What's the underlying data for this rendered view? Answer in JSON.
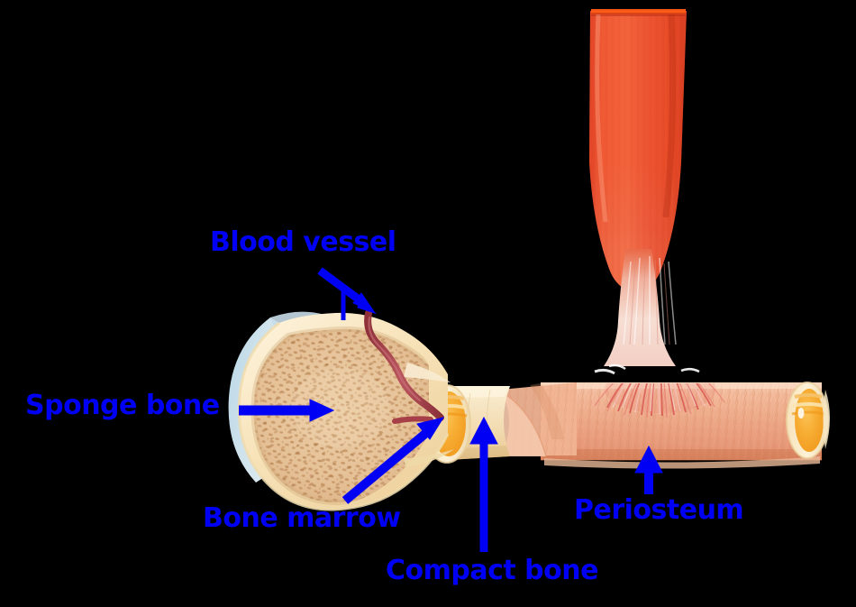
{
  "diagram": {
    "title": "Long bone structure with muscle attachment",
    "background_color": "#000000",
    "label_color": "#0000f4",
    "labels": [
      {
        "id": "blood-vessel",
        "text": "Blood vessel",
        "pointer": "diagonal-arrow-down-right"
      },
      {
        "id": "sponge-bone",
        "text": "Sponge bone",
        "pointer": "horizontal-arrow-right"
      },
      {
        "id": "bone-marrow",
        "text": "Bone marrow",
        "pointer": "diagonal-arrow-up-right"
      },
      {
        "id": "compact-bone",
        "text": "Compact bone",
        "pointer": "vertical-arrow-up"
      },
      {
        "id": "periosteum",
        "text": "Periosteum",
        "pointer": "vertical-arrow-up"
      }
    ],
    "structures": [
      {
        "id": "muscle",
        "name": "Skeletal muscle belly",
        "color": "#e8472a"
      },
      {
        "id": "tendon",
        "name": "Tendon",
        "color": "#f0c4bc"
      },
      {
        "id": "tendon-fibers",
        "name": "Tendon insertion fibers",
        "color": "#d9504e"
      },
      {
        "id": "periosteum",
        "name": "Periosteum surface",
        "color": "#eeaa88"
      },
      {
        "id": "compact-bone",
        "name": "Compact bone cortex",
        "color": "#f5e2bd"
      },
      {
        "id": "sponge-bone",
        "name": "Spongy (trabecular) bone",
        "color": "#e3bc8f"
      },
      {
        "id": "bone-marrow",
        "name": "Bone marrow cavity",
        "color": "#f5a623"
      },
      {
        "id": "articular-cartilage",
        "name": "Articular cartilage cap",
        "color": "#c2dbe8"
      },
      {
        "id": "blood-vessel",
        "name": "Blood vessel",
        "color": "#a8464f"
      }
    ]
  }
}
